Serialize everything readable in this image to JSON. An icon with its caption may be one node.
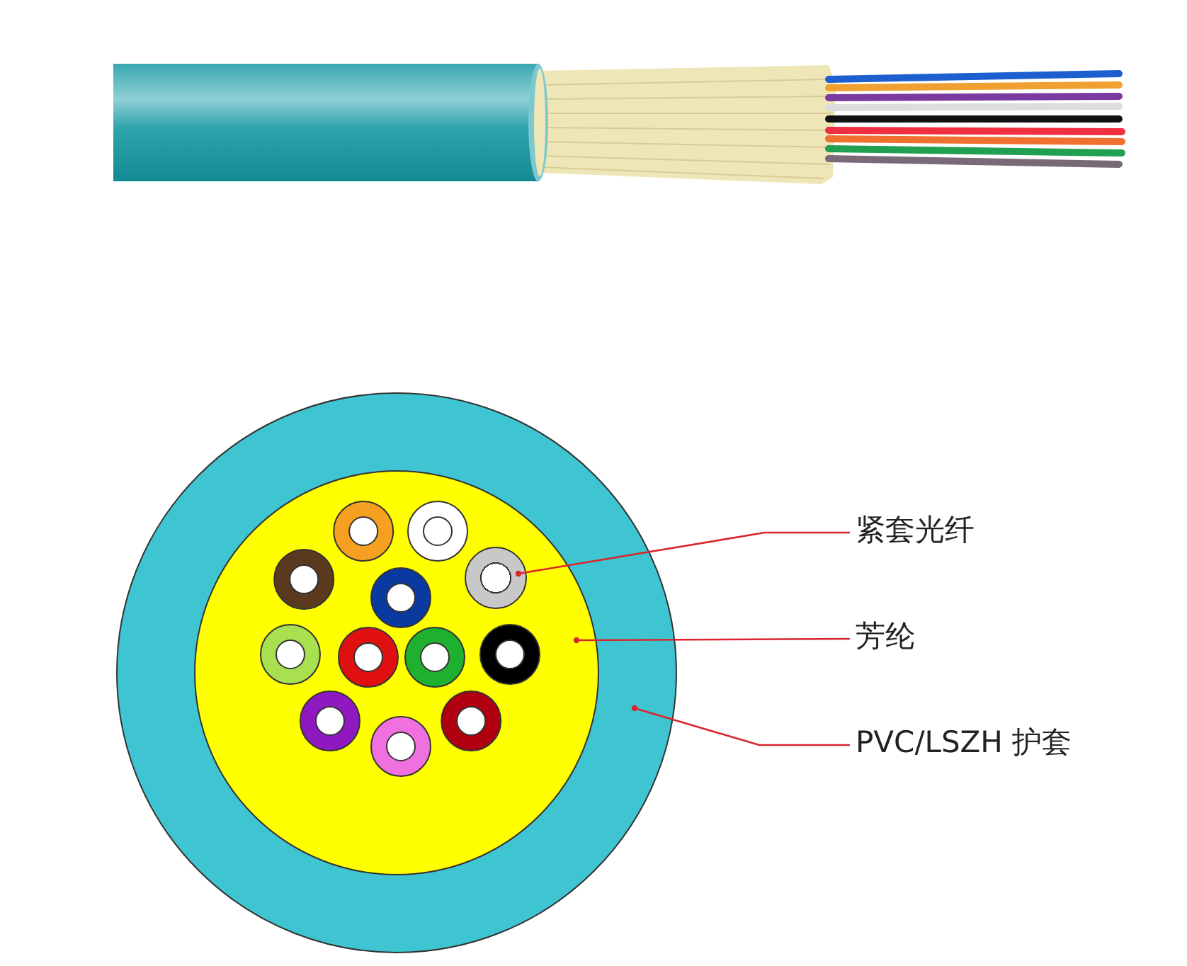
{
  "diagram": {
    "nodes": [
      {
        "text": [
          "紧套光纤"
        ]
      },
      {
        "text": [
          "芳纶"
        ]
      },
      {
        "text": [
          "PVC/LSZH 护套"
        ]
      },
      {
        "text": [],
        "shape": "circle"
      },
      {
        "text": [],
        "shape": "circle",
        "in": 3
      },
      {
        "text": [],
        "shape": "circle",
        "in": 4
      }
    ],
    "edges": [
      {
        "from": 0,
        "to": 5,
        "arrow": "other",
        "color": "#d9262e"
      },
      {
        "from": 1,
        "to": 4,
        "arrow": "other",
        "color": "#d9262e"
      },
      {
        "from": 2,
        "to": 3,
        "arrow": "other",
        "color": "#d9262e"
      }
    ]
  }
}
